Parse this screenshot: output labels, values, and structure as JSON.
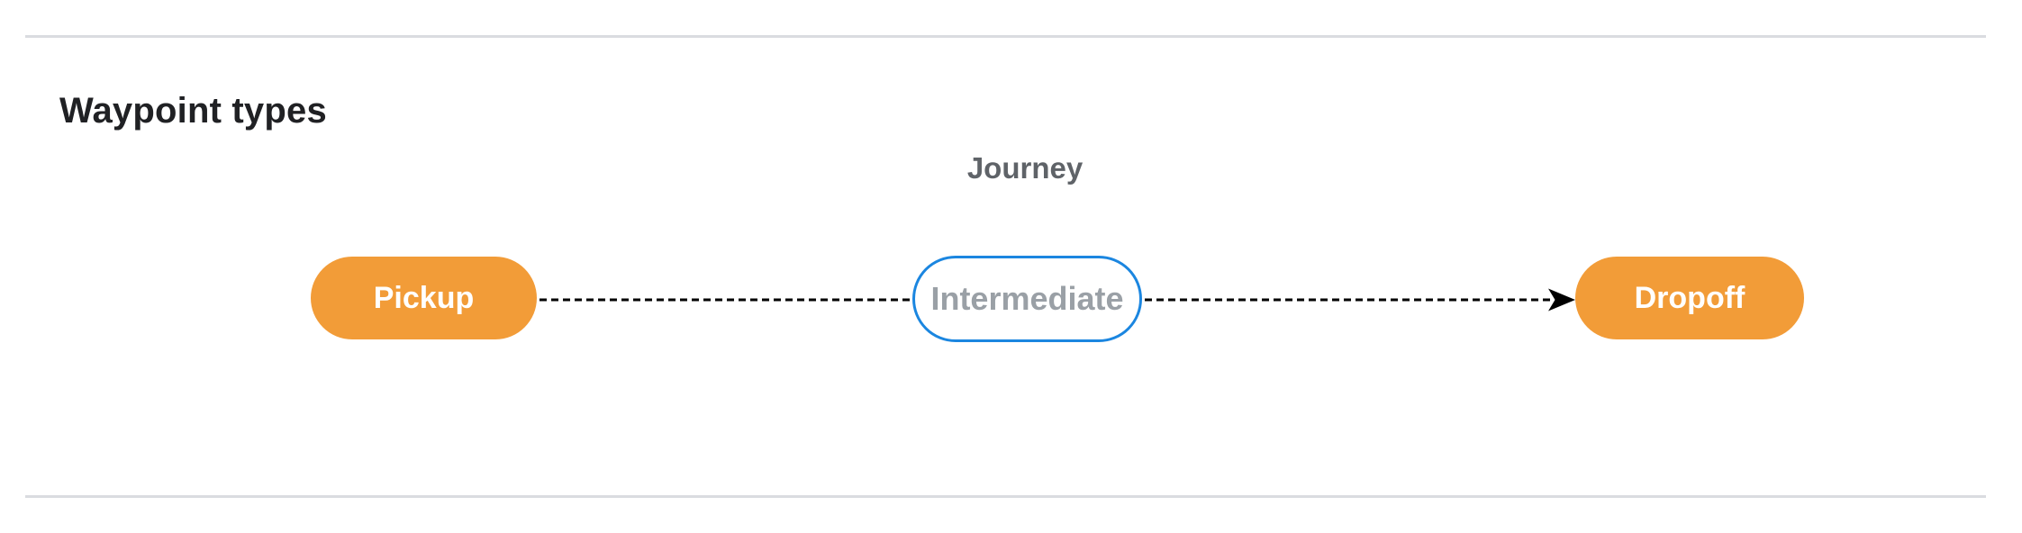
{
  "page": {
    "title": "Waypoint types"
  },
  "diagram": {
    "label": "Journey",
    "nodes": [
      {
        "id": "pickup",
        "label": "Pickup",
        "kind": "terminal"
      },
      {
        "id": "intermediate",
        "label": "Intermediate",
        "kind": "via"
      },
      {
        "id": "dropoff",
        "label": "Dropoff",
        "kind": "terminal"
      }
    ],
    "edges": [
      {
        "from": "pickup",
        "to": "intermediate",
        "style": "dashed",
        "arrowhead": false
      },
      {
        "from": "intermediate",
        "to": "dropoff",
        "style": "dashed",
        "arrowhead": true
      }
    ],
    "colors": {
      "terminal_fill": "#f29c38",
      "terminal_text": "#ffffff",
      "via_border": "#1b86e0",
      "via_text": "#9aa0a6",
      "connector": "#000000",
      "journey_label": "#5f6368",
      "heading_text": "#202124",
      "rule": "#dadce0"
    }
  }
}
